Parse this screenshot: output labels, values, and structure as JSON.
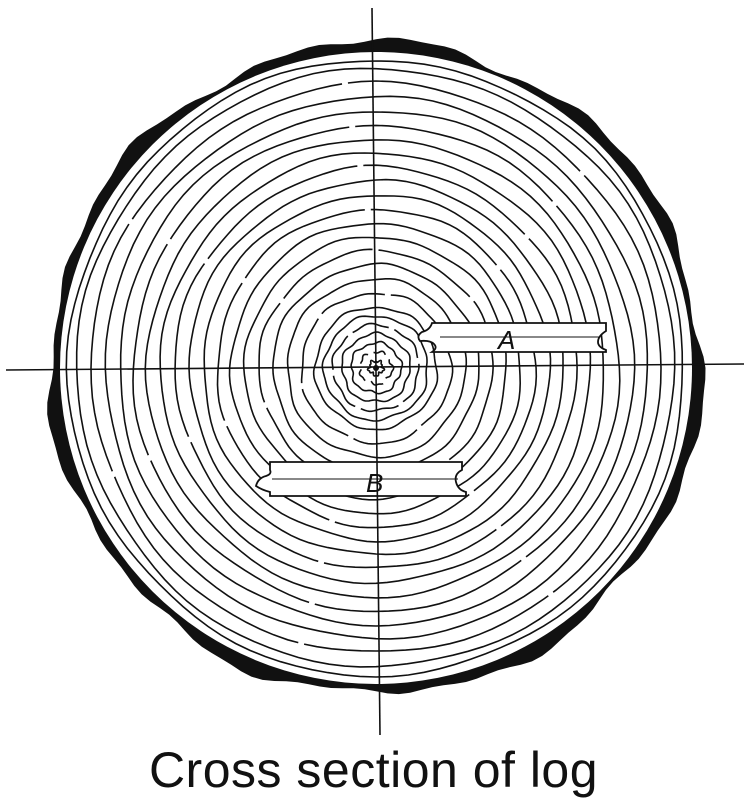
{
  "caption": "Cross section of log",
  "boards": [
    {
      "label": "A"
    },
    {
      "label": "B"
    }
  ],
  "colors": {
    "ink": "#111111",
    "background": "#ffffff"
  }
}
